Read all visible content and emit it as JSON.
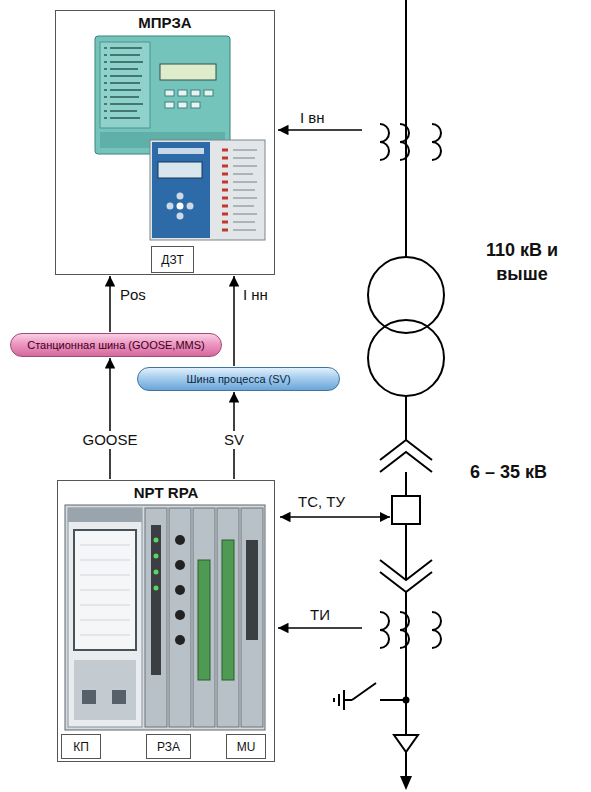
{
  "diagram": {
    "nodes": [
      {
        "text": [
          "МПРЗА"
        ]
      },
      {
        "text": [
          "ДЗТ"
        ],
        "in": 0
      },
      {
        "text": [
          "Станционная шина (GOOSE,MMS)"
        ]
      },
      {
        "text": [
          "Шина процесса (SV)"
        ]
      },
      {
        "text": [
          "NPT RPA"
        ]
      },
      {
        "text": [
          "КП"
        ],
        "in": 4
      },
      {
        "text": [
          "РЗА"
        ],
        "in": 4
      },
      {
        "text": [
          "MU"
        ],
        "in": 4
      }
    ],
    "edges": [
      {
        "from": 4,
        "to": 2,
        "label": "GOOSE",
        "arrow": "to"
      },
      {
        "from": 2,
        "to": 0,
        "label": "Pos",
        "arrow": "to"
      },
      {
        "from": 4,
        "to": 3,
        "label": "SV",
        "arrow": "to"
      },
      {
        "from": 3,
        "to": 0,
        "label": "I нн",
        "arrow": "to"
      }
    ],
    "labels": [
      "I вн",
      "110 кВ и выше",
      "6 – 35 кВ",
      "ТС, ТУ",
      "ТИ"
    ]
  }
}
